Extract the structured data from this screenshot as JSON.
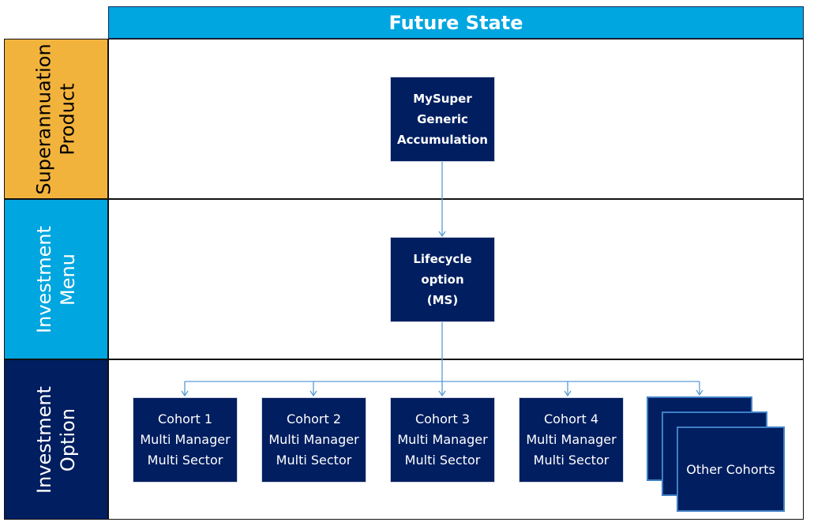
{
  "header": {
    "title": "Future State"
  },
  "rows": [
    {
      "label_lines": [
        "Superannuation",
        "Product"
      ]
    },
    {
      "label_lines": [
        "Investment",
        "Menu"
      ]
    },
    {
      "label_lines": [
        "Investment",
        "Option"
      ]
    }
  ],
  "nodes": {
    "mysuper": {
      "lines": [
        "MySuper",
        "Generic",
        "Accumulation"
      ]
    },
    "lifecycle": {
      "lines": [
        "Lifecycle",
        "option",
        "(MS)"
      ]
    },
    "cohorts": [
      {
        "lines": [
          "Cohort 1",
          "Multi Manager",
          "Multi Sector"
        ]
      },
      {
        "lines": [
          "Cohort 2",
          "Multi Manager",
          "Multi Sector"
        ]
      },
      {
        "lines": [
          "Cohort 3",
          "Multi Manager",
          "Multi Sector"
        ]
      },
      {
        "lines": [
          "Cohort 4",
          "Multi Manager",
          "Multi Sector"
        ]
      }
    ],
    "other": {
      "label": "Other Cohorts"
    }
  },
  "colors": {
    "header": "#00A6DF",
    "row1": "#F2B33D",
    "row2": "#00A6DF",
    "row3": "#001E60",
    "node": "#001E60",
    "connector": "#5B9BD5"
  }
}
